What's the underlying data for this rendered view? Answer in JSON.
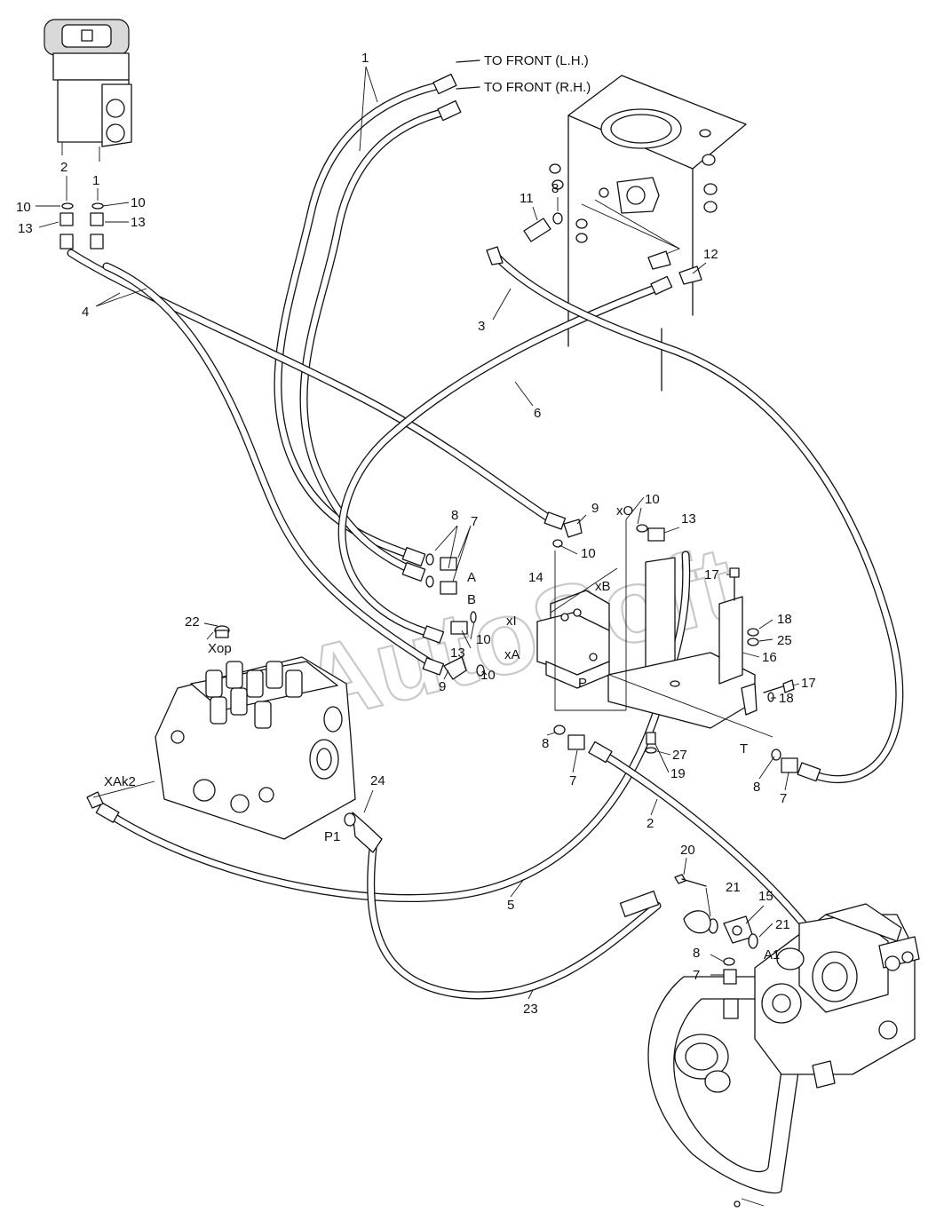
{
  "watermark": "AutoSoft",
  "destinations": {
    "front_lh": "TO FRONT (L.H.)",
    "front_rh": "TO FRONT (R.H.)"
  },
  "port_labels": {
    "A": "A",
    "B": "B",
    "P": "P",
    "T": "T",
    "xO": "xO",
    "xB": "xB",
    "xI": "xI",
    "xA": "xA",
    "Xop": "Xop",
    "XAk2": "XAk2",
    "P1": "P1",
    "A1": "A1"
  },
  "callouts": {
    "c1_top": "1",
    "c2_pilot": "2",
    "c1_pilot": "1",
    "c10_l": "10",
    "c10_r": "10",
    "c13_l": "13",
    "c13_r": "13",
    "c4": "4",
    "c11": "11",
    "c8_tank": "8",
    "c12": "12",
    "c3": "3",
    "c6": "6",
    "c9_top": "9",
    "c10_xo": "10",
    "c13_xo": "13",
    "c10_mid": "10",
    "c8_a": "8",
    "c7_a": "7",
    "c14": "14",
    "c17_top": "17",
    "c18_top": "18",
    "c25": "25",
    "c16": "16",
    "c10_b": "10",
    "c13_b": "13",
    "c22": "22",
    "c9_bot": "9",
    "c10_bot": "10",
    "c18_bot": "18",
    "c17_bot": "17",
    "c27": "27",
    "c19": "19",
    "c8_p": "8",
    "c7_p": "7",
    "c8_t": "8",
    "c7_t": "7",
    "c2_main": "2",
    "c24": "24",
    "c5": "5",
    "c20": "20",
    "c21_a": "21",
    "c15": "15",
    "c21_b": "21",
    "c8_pump": "8",
    "c7_pump": "7",
    "c23": "23"
  }
}
